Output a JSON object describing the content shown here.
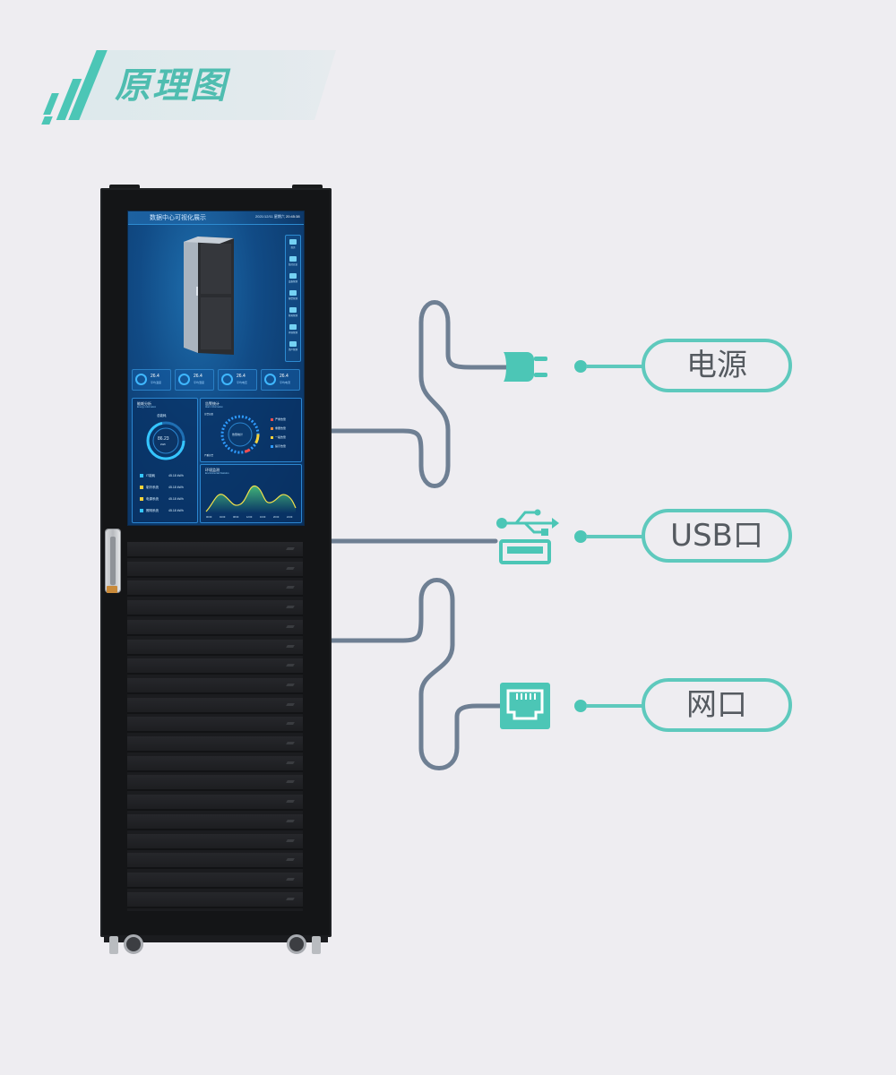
{
  "header": {
    "title": "原理图"
  },
  "ports": [
    {
      "label": "电源",
      "icon": "power-plug-icon"
    },
    {
      "label": "USB口",
      "icon": "usb-icon"
    },
    {
      "label": "网口",
      "icon": "ethernet-port-icon"
    }
  ],
  "colors": {
    "accent": "#4cc6b6",
    "pill_border": "#5ec9bd",
    "cable": "#6e7f93",
    "background": "#eeedf1",
    "cabinet": "#141517"
  },
  "screen": {
    "title": "数据中心可视化展示",
    "date": "2021/12/11 星期六",
    "time": "20:45:38",
    "nav": [
      "首页",
      "监控总览",
      "设备管理",
      "报警管理",
      "能耗管理",
      "环境管理",
      "资产管理"
    ],
    "gauges": [
      {
        "value": "26.4",
        "sub": "平均温度"
      },
      {
        "value": "26.4",
        "sub": "平均湿度"
      },
      {
        "value": "26.4",
        "sub": "平均电压"
      },
      {
        "value": "26.4",
        "sub": "平均电流"
      }
    ],
    "energy_panel": {
      "title": "能耗分析",
      "subtitle": "Energy Information",
      "ring_label": "总能耗",
      "ring_value": "86.23",
      "ring_unit": "kWh",
      "rows": [
        {
          "name": "IT能耗",
          "value": "45.18 kWh"
        },
        {
          "name": "制冷系统",
          "value": "45.18 kWh"
        },
        {
          "name": "电源系统",
          "value": "45.18 kWh"
        },
        {
          "name": "照明系统",
          "value": "45.18 kWh"
        }
      ]
    },
    "alarm_panel": {
      "title": "告警统计",
      "subtitle": "Alarm Information",
      "center": "告警统计",
      "legend": [
        "严重告警",
        "重要告警",
        "一般告警",
        "提示告警"
      ],
      "top_note": "告警总数",
      "bottom_note": "严重告警"
    },
    "line_panel": {
      "title": "环境监测",
      "subtitle": "Environmental Statistics",
      "x": [
        "00:00",
        "04:00",
        "08:00",
        "12:00",
        "16:00",
        "20:00",
        "24:00"
      ]
    }
  }
}
